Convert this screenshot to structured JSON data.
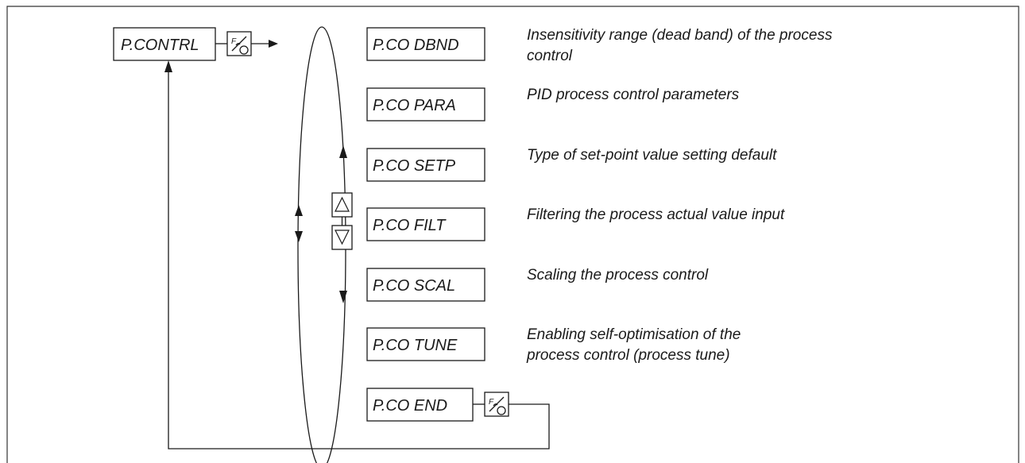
{
  "menu": {
    "root_label": "P.CONTRL",
    "items": [
      {
        "label": "P.CO DBND",
        "description": [
          "Insensitivity range (dead band) of the process",
          "control"
        ]
      },
      {
        "label": "P.CO PARA",
        "description": [
          "PID process control parameters"
        ]
      },
      {
        "label": "P.CO SETP",
        "description": [
          "Type of set-point value setting default"
        ]
      },
      {
        "label": "P.CO FILT",
        "description": [
          "Filtering the process actual value input"
        ]
      },
      {
        "label": "P.CO SCAL",
        "description": [
          "Scaling the process control"
        ]
      },
      {
        "label": "P.CO TUNE",
        "description": [
          "Enabling self-optimisation of the",
          "process control (process tune)"
        ]
      },
      {
        "label": "P.CO END",
        "description": []
      }
    ]
  },
  "icons": {
    "enter_key": "enter-key-icon",
    "up_key": "up-arrow-key-icon",
    "down_key": "down-arrow-key-icon"
  },
  "colors": {
    "stroke": "#1a1a1a",
    "background": "#ffffff"
  }
}
